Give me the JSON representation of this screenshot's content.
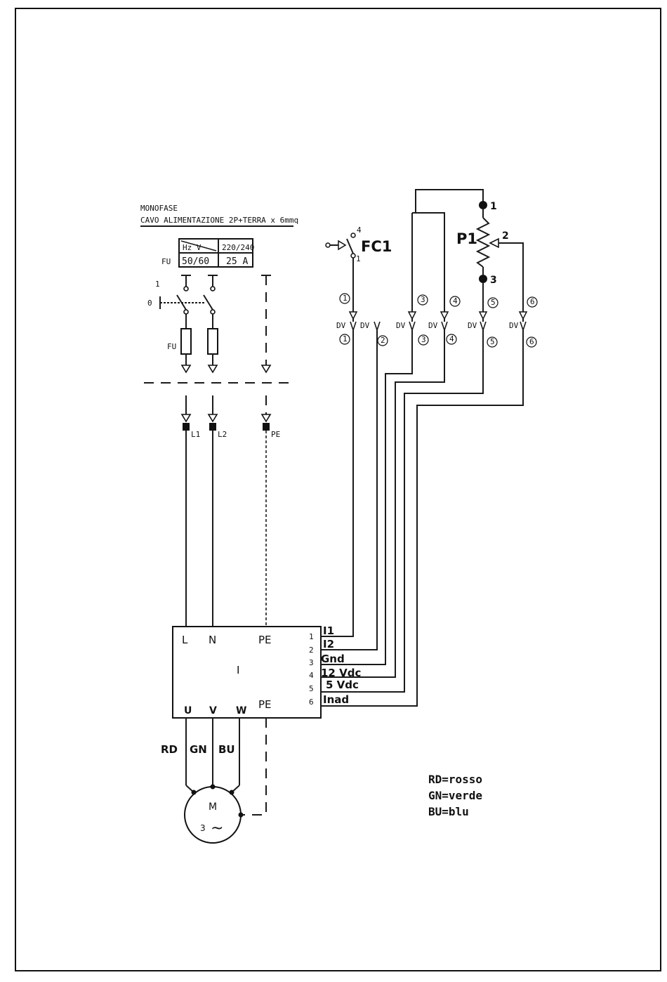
{
  "header": {
    "line1": "MONOFASE",
    "line2": "CAVO ALIMENTAZIONE 2P+TERRA x 6mmq"
  },
  "rating_table": {
    "hz_v_header": "Hz  V",
    "voltage": "220/240",
    "freq": "50/60",
    "current": "25 A",
    "fuse_label": "FU"
  },
  "switch": {
    "pos_on": "1",
    "pos_off": "0"
  },
  "fuse_label": "FU",
  "terminals": {
    "l1": "L1",
    "l2": "L2",
    "pe": "PE"
  },
  "fc1": {
    "label": "FC1",
    "pin_top": "4",
    "pin_bottom": "1"
  },
  "p1": {
    "label": "P1",
    "pin1": "1",
    "pin2": "2",
    "pin3": "3"
  },
  "connector": {
    "dv": "DV",
    "top_ids": [
      "1",
      "3",
      "4",
      "5",
      "6"
    ],
    "bottom_ids": [
      "1",
      "2",
      "3",
      "4",
      "5",
      "6"
    ]
  },
  "inverter": {
    "label": "I",
    "in_l": "L",
    "in_n": "N",
    "in_pe": "PE",
    "out_u": "U",
    "out_v": "V",
    "out_w": "W",
    "out_pe": "PE",
    "pins": [
      {
        "num": "1",
        "label": "I1"
      },
      {
        "num": "2",
        "label": "I2"
      },
      {
        "num": "3",
        "label": "Gnd"
      },
      {
        "num": "4",
        "label": "12 Vdc"
      },
      {
        "num": "5",
        "label": "5 Vdc"
      },
      {
        "num": "6",
        "label": "Inad"
      }
    ]
  },
  "motor_wires": {
    "rd": "RD",
    "gn": "GN",
    "bu": "BU"
  },
  "motor": {
    "label": "M",
    "phase": "3",
    "ac": "~"
  },
  "legend": [
    "RD=rosso",
    "GN=verde",
    "BU=blu"
  ]
}
